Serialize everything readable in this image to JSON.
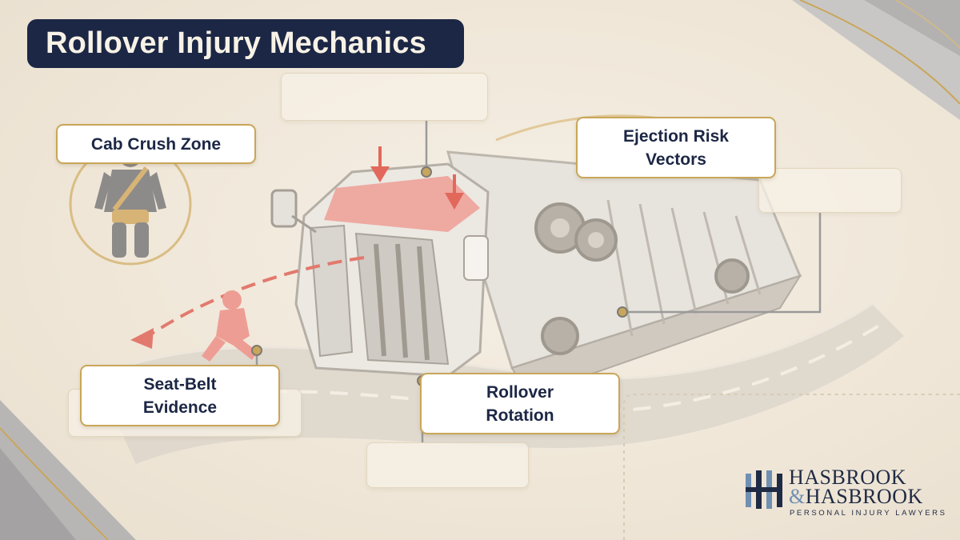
{
  "title": "Rollover Injury Mechanics",
  "callouts": {
    "cab_crush": "Cab Crush Zone",
    "ejection_line1": "Ejection Risk",
    "ejection_line2": "Vectors",
    "seatbelt_line1": "Seat-Belt",
    "seatbelt_line2": "Evidence",
    "rollover_line1": "Rollover",
    "rollover_line2": "Rotation"
  },
  "logo": {
    "name_line1": "HASBROOK",
    "name_amp": "&",
    "name_line2": "HASBROOK",
    "tagline": "PERSONAL INJURY LAWYERS"
  },
  "colors": {
    "title_bg": "#1c2745",
    "callout_border": "#c9a659",
    "text_navy": "#1c2745",
    "crush_red": "#e2685c",
    "logo_blue": "#6f8fb3"
  },
  "icons": [
    "seated-belted-occupant-icon",
    "ejected-occupant-icon",
    "crush-arrow-icon",
    "ejection-trajectory-arrow-icon",
    "logo-hh-monogram-icon"
  ]
}
